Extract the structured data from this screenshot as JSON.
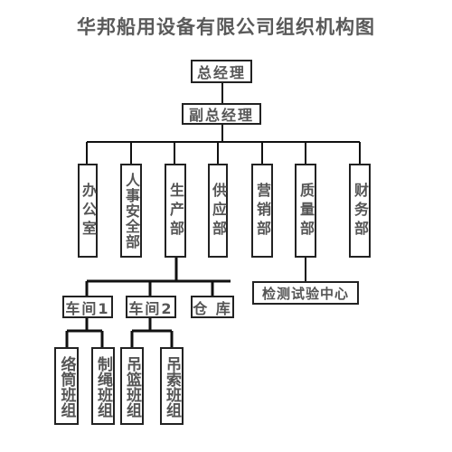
{
  "title": "华邦船用设备有限公司组织机构图",
  "top": {
    "gm": "总经理",
    "deputy": "副总经理"
  },
  "departments": [
    {
      "id": "office",
      "label": "办公室"
    },
    {
      "id": "hr-safety",
      "label": "人事安全部"
    },
    {
      "id": "production",
      "label": "生产部"
    },
    {
      "id": "supply",
      "label": "供应部"
    },
    {
      "id": "sales",
      "label": "营销部"
    },
    {
      "id": "quality",
      "label": "质量部"
    },
    {
      "id": "finance",
      "label": "财务部"
    }
  ],
  "quality_sub": "检测试验中心",
  "production_units": [
    {
      "id": "workshop1",
      "label": "车间1"
    },
    {
      "id": "workshop2",
      "label": "车间2"
    },
    {
      "id": "warehouse",
      "label": "仓 库"
    }
  ],
  "teams": [
    {
      "id": "winding",
      "line1": "络筒",
      "line2": "班组"
    },
    {
      "id": "rope",
      "line1": "制绳",
      "line2": "班组"
    },
    {
      "id": "basket",
      "line1": "吊篮",
      "line2": "班组"
    },
    {
      "id": "sling",
      "line1": "吊索",
      "line2": "班组"
    }
  ]
}
